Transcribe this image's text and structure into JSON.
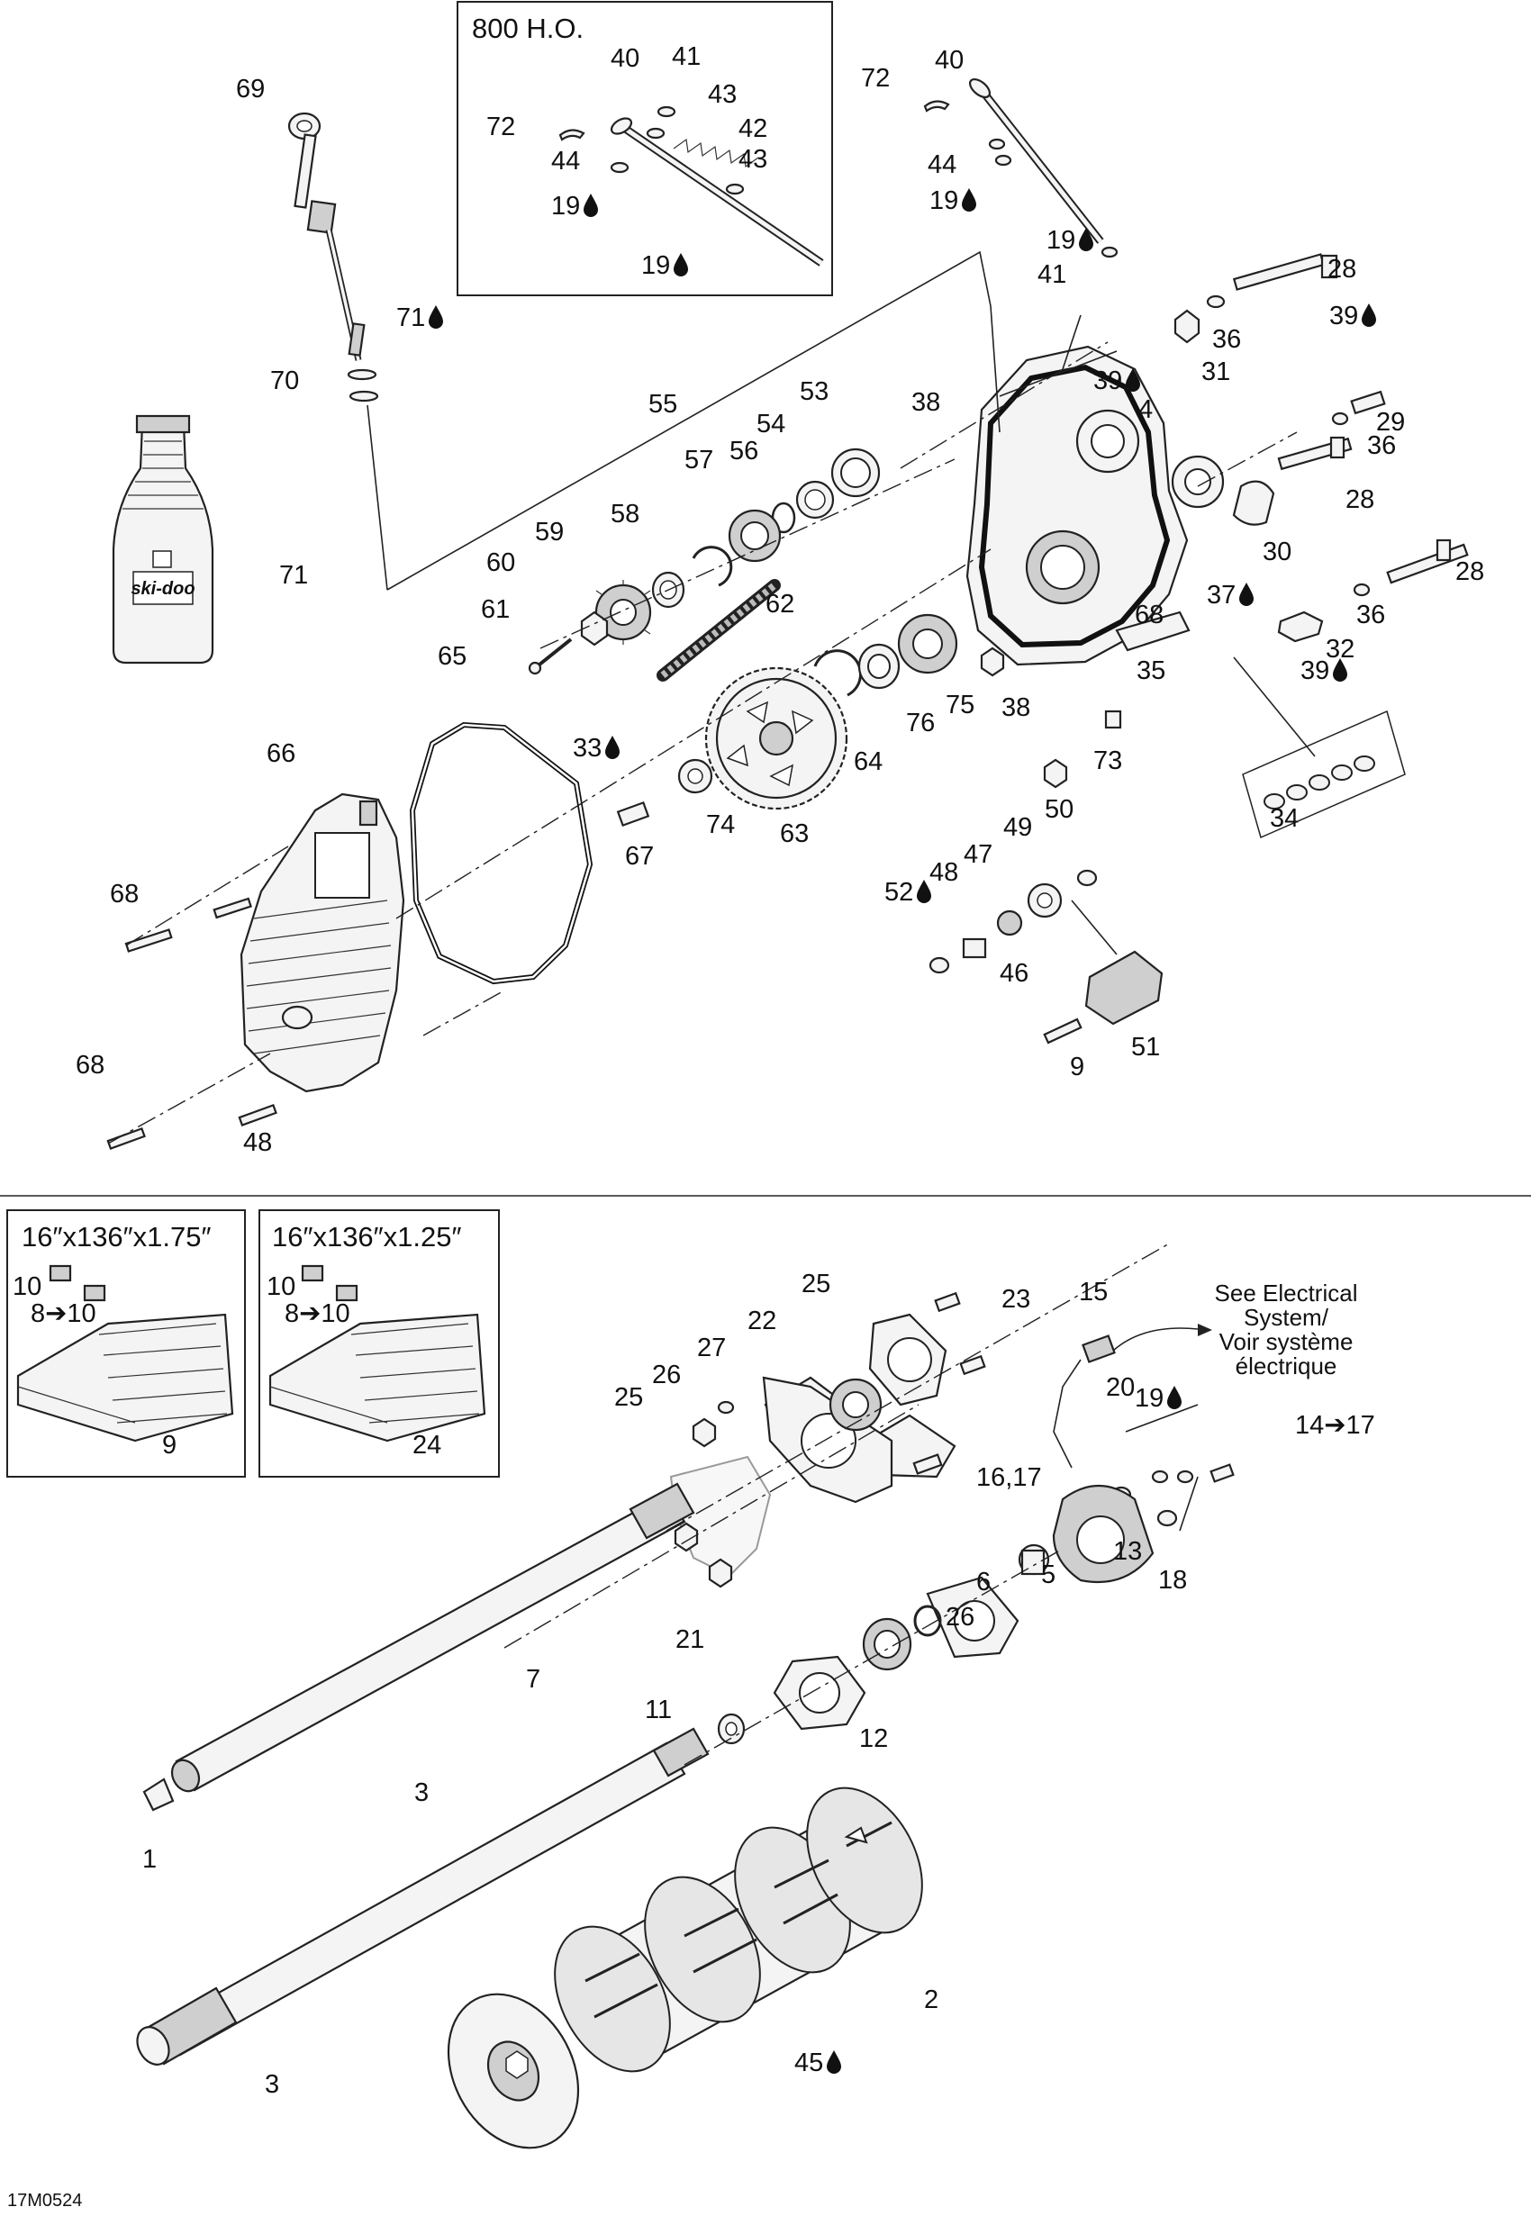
{
  "diagram": {
    "code": "17M0524",
    "boxes": {
      "ho_title": "800 H.O.",
      "track_a_title": "16″x136″x1.75″",
      "track_b_title": "16″x136″x1.25″"
    },
    "notes": {
      "electrical_line1": "See Electrical",
      "electrical_line2": "System/",
      "electrical_line3": "Voir système",
      "electrical_line4": "électrique"
    },
    "bottle_brand": "ski-doo",
    "icons": {
      "lubricant": "oil-drop-icon"
    },
    "callouts": [
      {
        "text": "69",
        "lube": false
      },
      {
        "text": "70",
        "lube": false
      },
      {
        "text": "71",
        "lube": true
      },
      {
        "text": "71",
        "lube": false
      },
      {
        "text": "40",
        "lube": false
      },
      {
        "text": "41",
        "lube": false
      },
      {
        "text": "72",
        "lube": false
      },
      {
        "text": "43",
        "lube": false
      },
      {
        "text": "42",
        "lube": false
      },
      {
        "text": "44",
        "lube": false
      },
      {
        "text": "43",
        "lube": false
      },
      {
        "text": "19",
        "lube": true
      },
      {
        "text": "19",
        "lube": true
      },
      {
        "text": "72",
        "lube": false
      },
      {
        "text": "40",
        "lube": false
      },
      {
        "text": "44",
        "lube": false
      },
      {
        "text": "19",
        "lube": true
      },
      {
        "text": "19",
        "lube": true
      },
      {
        "text": "41",
        "lube": false
      },
      {
        "text": "28",
        "lube": false
      },
      {
        "text": "36",
        "lube": false
      },
      {
        "text": "39",
        "lube": true
      },
      {
        "text": "31",
        "lube": false
      },
      {
        "text": "39",
        "lube": true
      },
      {
        "text": "29",
        "lube": false
      },
      {
        "text": "36",
        "lube": false
      },
      {
        "text": "4",
        "lube": false
      },
      {
        "text": "28",
        "lube": false
      },
      {
        "text": "30",
        "lube": false
      },
      {
        "text": "28",
        "lube": false
      },
      {
        "text": "36",
        "lube": false
      },
      {
        "text": "37",
        "lube": true
      },
      {
        "text": "32",
        "lube": false
      },
      {
        "text": "39",
        "lube": true
      },
      {
        "text": "35",
        "lube": false
      },
      {
        "text": "34",
        "lube": false
      },
      {
        "text": "53",
        "lube": false
      },
      {
        "text": "38",
        "lube": false
      },
      {
        "text": "54",
        "lube": false
      },
      {
        "text": "56",
        "lube": false
      },
      {
        "text": "57",
        "lube": false
      },
      {
        "text": "55",
        "lube": false
      },
      {
        "text": "58",
        "lube": false
      },
      {
        "text": "59",
        "lube": false
      },
      {
        "text": "60",
        "lube": false
      },
      {
        "text": "61",
        "lube": false
      },
      {
        "text": "62",
        "lube": false
      },
      {
        "text": "65",
        "lube": false
      },
      {
        "text": "66",
        "lube": false
      },
      {
        "text": "33",
        "lube": true
      },
      {
        "text": "67",
        "lube": false
      },
      {
        "text": "74",
        "lube": false
      },
      {
        "text": "63",
        "lube": false
      },
      {
        "text": "64",
        "lube": false
      },
      {
        "text": "76",
        "lube": false
      },
      {
        "text": "75",
        "lube": false
      },
      {
        "text": "38",
        "lube": false
      },
      {
        "text": "73",
        "lube": false
      },
      {
        "text": "68",
        "lube": false
      },
      {
        "text": "68",
        "lube": false
      },
      {
        "text": "68",
        "lube": false
      },
      {
        "text": "48",
        "lube": false
      },
      {
        "text": "50",
        "lube": false
      },
      {
        "text": "49",
        "lube": false
      },
      {
        "text": "47",
        "lube": false
      },
      {
        "text": "48",
        "lube": false
      },
      {
        "text": "52",
        "lube": true
      },
      {
        "text": "46",
        "lube": false
      },
      {
        "text": "51",
        "lube": false
      },
      {
        "text": "9",
        "lube": false
      },
      {
        "text": "10",
        "lube": false
      },
      {
        "text": "8➔10",
        "lube": false
      },
      {
        "text": "9",
        "lube": false
      },
      {
        "text": "10",
        "lube": false
      },
      {
        "text": "8➔10",
        "lube": false
      },
      {
        "text": "24",
        "lube": false
      },
      {
        "text": "25",
        "lube": false
      },
      {
        "text": "23",
        "lube": false
      },
      {
        "text": "22",
        "lube": false
      },
      {
        "text": "27",
        "lube": false
      },
      {
        "text": "26",
        "lube": false
      },
      {
        "text": "25",
        "lube": false
      },
      {
        "text": "16,17",
        "lube": false
      },
      {
        "text": "15",
        "lube": false
      },
      {
        "text": "20",
        "lube": false
      },
      {
        "text": "19",
        "lube": true
      },
      {
        "text": "14➔17",
        "lube": false
      },
      {
        "text": "18",
        "lube": false
      },
      {
        "text": "13",
        "lube": false
      },
      {
        "text": "5",
        "lube": false
      },
      {
        "text": "6",
        "lube": false
      },
      {
        "text": "26",
        "lube": false
      },
      {
        "text": "21",
        "lube": false
      },
      {
        "text": "7",
        "lube": false
      },
      {
        "text": "11",
        "lube": false
      },
      {
        "text": "12",
        "lube": false
      },
      {
        "text": "1",
        "lube": false
      },
      {
        "text": "3",
        "lube": false
      },
      {
        "text": "2",
        "lube": false
      },
      {
        "text": "45",
        "lube": true
      },
      {
        "text": "3",
        "lube": false
      }
    ]
  }
}
